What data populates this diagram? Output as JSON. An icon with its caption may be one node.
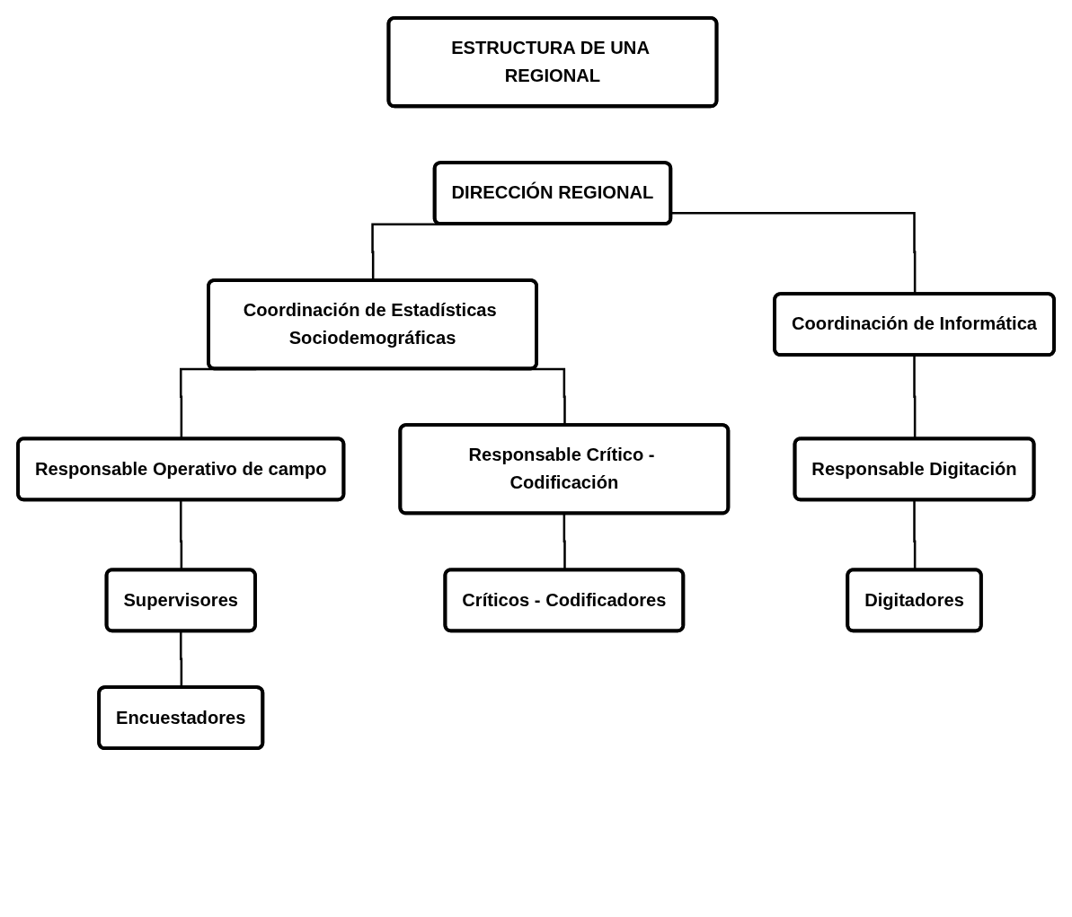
{
  "diagram": {
    "nodes": [
      {
        "text": [
          "ESTRUCTURA DE UNA REGIONAL"
        ]
      },
      {
        "text": [
          "DIRECCIÓN REGIONAL"
        ]
      },
      {
        "text": [
          "Coordinación de Estadísticas Sociodemográficas"
        ]
      },
      {
        "text": [
          "Coordinación de Informática"
        ]
      },
      {
        "text": [
          "Responsable Operativo de campo"
        ]
      },
      {
        "text": [
          "Responsable Crítico - Codificación"
        ]
      },
      {
        "text": [
          "Responsable Digitación"
        ]
      },
      {
        "text": [
          "Supervisores"
        ]
      },
      {
        "text": [
          "Encuestadores"
        ]
      },
      {
        "text": [
          "Críticos - Codificadores"
        ]
      },
      {
        "text": [
          "Digitadores"
        ]
      }
    ],
    "edges": [
      {
        "from": 1,
        "to": 2,
        "arrow": "none"
      },
      {
        "from": 1,
        "to": 3,
        "arrow": "none"
      },
      {
        "from": 2,
        "to": 4,
        "arrow": "none"
      },
      {
        "from": 2,
        "to": 5,
        "arrow": "none"
      },
      {
        "from": 3,
        "to": 6,
        "arrow": "none"
      },
      {
        "from": 4,
        "to": 7,
        "arrow": "none"
      },
      {
        "from": 7,
        "to": 8,
        "arrow": "none"
      },
      {
        "from": 5,
        "to": 9,
        "arrow": "none"
      },
      {
        "from": 6,
        "to": 10,
        "arrow": "none"
      }
    ]
  }
}
